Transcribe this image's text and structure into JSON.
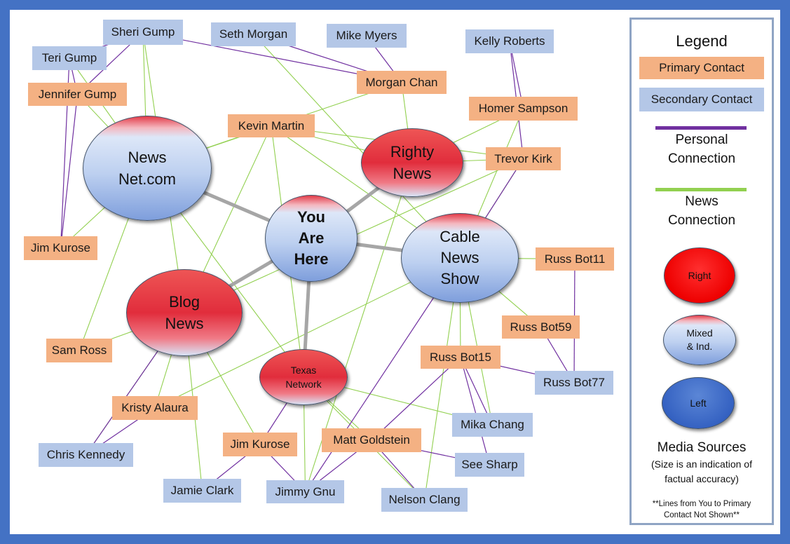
{
  "legend": {
    "title": "Legend",
    "primary": "Primary Contact",
    "secondary": "Secondary Contact",
    "personal": "Personal\nConnection",
    "news": "News\nConnection",
    "right": "Right",
    "mixed": "Mixed\n& Ind.",
    "left": "Left",
    "media_title": "Media Sources",
    "media_note": "(Size is an indication of\nfactual accuracy)",
    "footnote": "**Lines from You to Primary\nContact Not Shown**"
  },
  "colors": {
    "primary": "#f4b183",
    "secondary": "#b4c7e7",
    "personal": "#7030a0",
    "news": "#92d050",
    "main_link": "#a6a6a6",
    "border": "#4472c4"
  },
  "media": [
    {
      "id": "newsnet",
      "label": "News\nNet.com",
      "style": "mixed"
    },
    {
      "id": "righty",
      "label": "Righty\nNews",
      "style": "right"
    },
    {
      "id": "you",
      "label": "You\nAre\nHere",
      "style": "mixed"
    },
    {
      "id": "cable",
      "label": "Cable\nNews\nShow",
      "style": "mixed"
    },
    {
      "id": "blog",
      "label": "Blog\nNews",
      "style": "right"
    },
    {
      "id": "texas",
      "label": "Texas\nNetwork",
      "style": "right"
    }
  ],
  "contacts": [
    {
      "id": "sheri",
      "label": "Sheri Gump",
      "type": "secondary"
    },
    {
      "id": "seth",
      "label": "Seth Morgan",
      "type": "secondary"
    },
    {
      "id": "mike",
      "label": "Mike Myers",
      "type": "secondary"
    },
    {
      "id": "kelly",
      "label": "Kelly Roberts",
      "type": "secondary"
    },
    {
      "id": "teri",
      "label": "Teri Gump",
      "type": "secondary"
    },
    {
      "id": "jennifer",
      "label": "Jennifer Gump",
      "type": "primary"
    },
    {
      "id": "morgan",
      "label": "Morgan Chan",
      "type": "primary"
    },
    {
      "id": "homer",
      "label": "Homer Sampson",
      "type": "primary"
    },
    {
      "id": "kevin",
      "label": "Kevin Martin",
      "type": "primary"
    },
    {
      "id": "trevor",
      "label": "Trevor Kirk",
      "type": "primary"
    },
    {
      "id": "jimk1",
      "label": "Jim Kurose",
      "type": "primary"
    },
    {
      "id": "russ11",
      "label": "Russ Bot11",
      "type": "primary"
    },
    {
      "id": "russ59",
      "label": "Russ Bot59",
      "type": "primary"
    },
    {
      "id": "samross",
      "label": "Sam Ross",
      "type": "primary"
    },
    {
      "id": "russ15",
      "label": "Russ Bot15",
      "type": "primary"
    },
    {
      "id": "russ77",
      "label": "Russ Bot77",
      "type": "secondary"
    },
    {
      "id": "kristy",
      "label": "Kristy Alaura",
      "type": "primary"
    },
    {
      "id": "mika",
      "label": "Mika Chang",
      "type": "secondary"
    },
    {
      "id": "chris",
      "label": "Chris Kennedy",
      "type": "secondary"
    },
    {
      "id": "jimk2",
      "label": "Jim Kurose",
      "type": "primary"
    },
    {
      "id": "matt",
      "label": "Matt Goldstein",
      "type": "primary"
    },
    {
      "id": "seesharp",
      "label": "See Sharp",
      "type": "secondary"
    },
    {
      "id": "jamie",
      "label": "Jamie Clark",
      "type": "secondary"
    },
    {
      "id": "jimmy",
      "label": "Jimmy Gnu",
      "type": "secondary"
    },
    {
      "id": "nelson",
      "label": "Nelson Clang",
      "type": "secondary"
    }
  ],
  "links": {
    "main": [
      [
        "you",
        "newsnet"
      ],
      [
        "you",
        "righty"
      ],
      [
        "you",
        "cable"
      ],
      [
        "you",
        "blog"
      ],
      [
        "you",
        "texas"
      ]
    ],
    "personal": [
      [
        "sheri",
        "teri"
      ],
      [
        "sheri",
        "jennifer"
      ],
      [
        "teri",
        "jennifer"
      ],
      [
        "teri",
        "jimk1"
      ],
      [
        "jennifer",
        "jimk1"
      ],
      [
        "seth",
        "morgan"
      ],
      [
        "mike",
        "morgan"
      ],
      [
        "sheri",
        "morgan"
      ],
      [
        "kelly",
        "homer"
      ],
      [
        "kelly",
        "trevor"
      ],
      [
        "trevor",
        "cable"
      ],
      [
        "russ11",
        "russ77"
      ],
      [
        "russ59",
        "russ77"
      ],
      [
        "russ15",
        "russ77"
      ],
      [
        "russ15",
        "mika"
      ],
      [
        "russ15",
        "seesharp"
      ],
      [
        "russ15",
        "matt"
      ],
      [
        "cable",
        "jimmy"
      ],
      [
        "texas",
        "jimk2"
      ],
      [
        "jimk2",
        "jamie"
      ],
      [
        "jimk2",
        "jimmy"
      ],
      [
        "matt",
        "seesharp"
      ],
      [
        "matt",
        "nelson"
      ],
      [
        "matt",
        "jimmy"
      ],
      [
        "kristy",
        "chris"
      ],
      [
        "blog",
        "chris"
      ]
    ],
    "news": [
      [
        "sheri",
        "newsnet"
      ],
      [
        "sheri",
        "blog"
      ],
      [
        "seth",
        "cable"
      ],
      [
        "teri",
        "newsnet"
      ],
      [
        "jennifer",
        "newsnet"
      ],
      [
        "morgan",
        "newsnet"
      ],
      [
        "morgan",
        "righty"
      ],
      [
        "kevin",
        "righty"
      ],
      [
        "kevin",
        "cable"
      ],
      [
        "kevin",
        "blog"
      ],
      [
        "kevin",
        "texas"
      ],
      [
        "kevin",
        "newsnet"
      ],
      [
        "kevin",
        "trevor"
      ],
      [
        "homer",
        "righty"
      ],
      [
        "homer",
        "cable"
      ],
      [
        "trevor",
        "righty"
      ],
      [
        "trevor",
        "cable"
      ],
      [
        "trevor",
        "blog"
      ],
      [
        "jimk1",
        "newsnet"
      ],
      [
        "russ11",
        "cable"
      ],
      [
        "russ59",
        "cable"
      ],
      [
        "samross",
        "newsnet"
      ],
      [
        "samross",
        "blog"
      ],
      [
        "russ15",
        "cable"
      ],
      [
        "mika",
        "cable"
      ],
      [
        "mika",
        "texas"
      ],
      [
        "kristy",
        "cable"
      ],
      [
        "kristy",
        "blog"
      ],
      [
        "chris",
        "blog"
      ],
      [
        "jamie",
        "blog"
      ],
      [
        "jimk2",
        "blog"
      ],
      [
        "matt",
        "texas"
      ],
      [
        "nelson",
        "texas"
      ],
      [
        "jimmy",
        "texas"
      ],
      [
        "jimmy",
        "righty"
      ],
      [
        "texas",
        "newsnet"
      ],
      [
        "nelson",
        "cable"
      ]
    ]
  }
}
